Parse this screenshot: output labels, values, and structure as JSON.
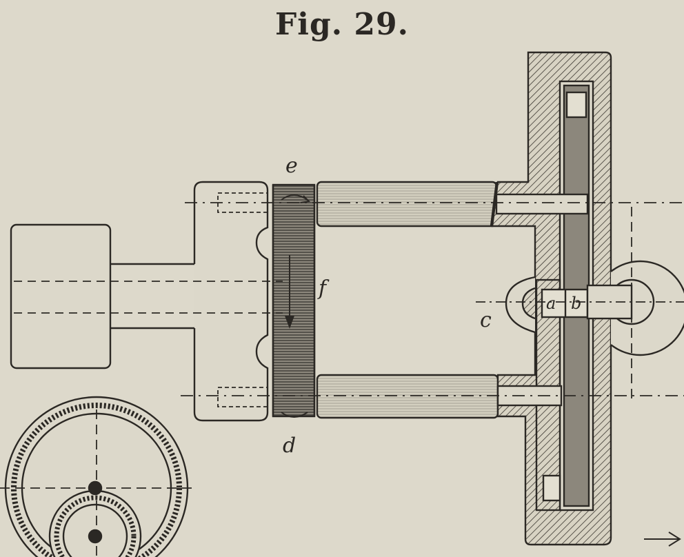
{
  "figure": {
    "title": "Fig. 29.",
    "labels": {
      "a": "a",
      "b": "b",
      "c": "c",
      "d": "d",
      "e": "e",
      "f": "f"
    },
    "colors": {
      "paper": "#ddd9cb",
      "ink": "#2b2824"
    }
  }
}
